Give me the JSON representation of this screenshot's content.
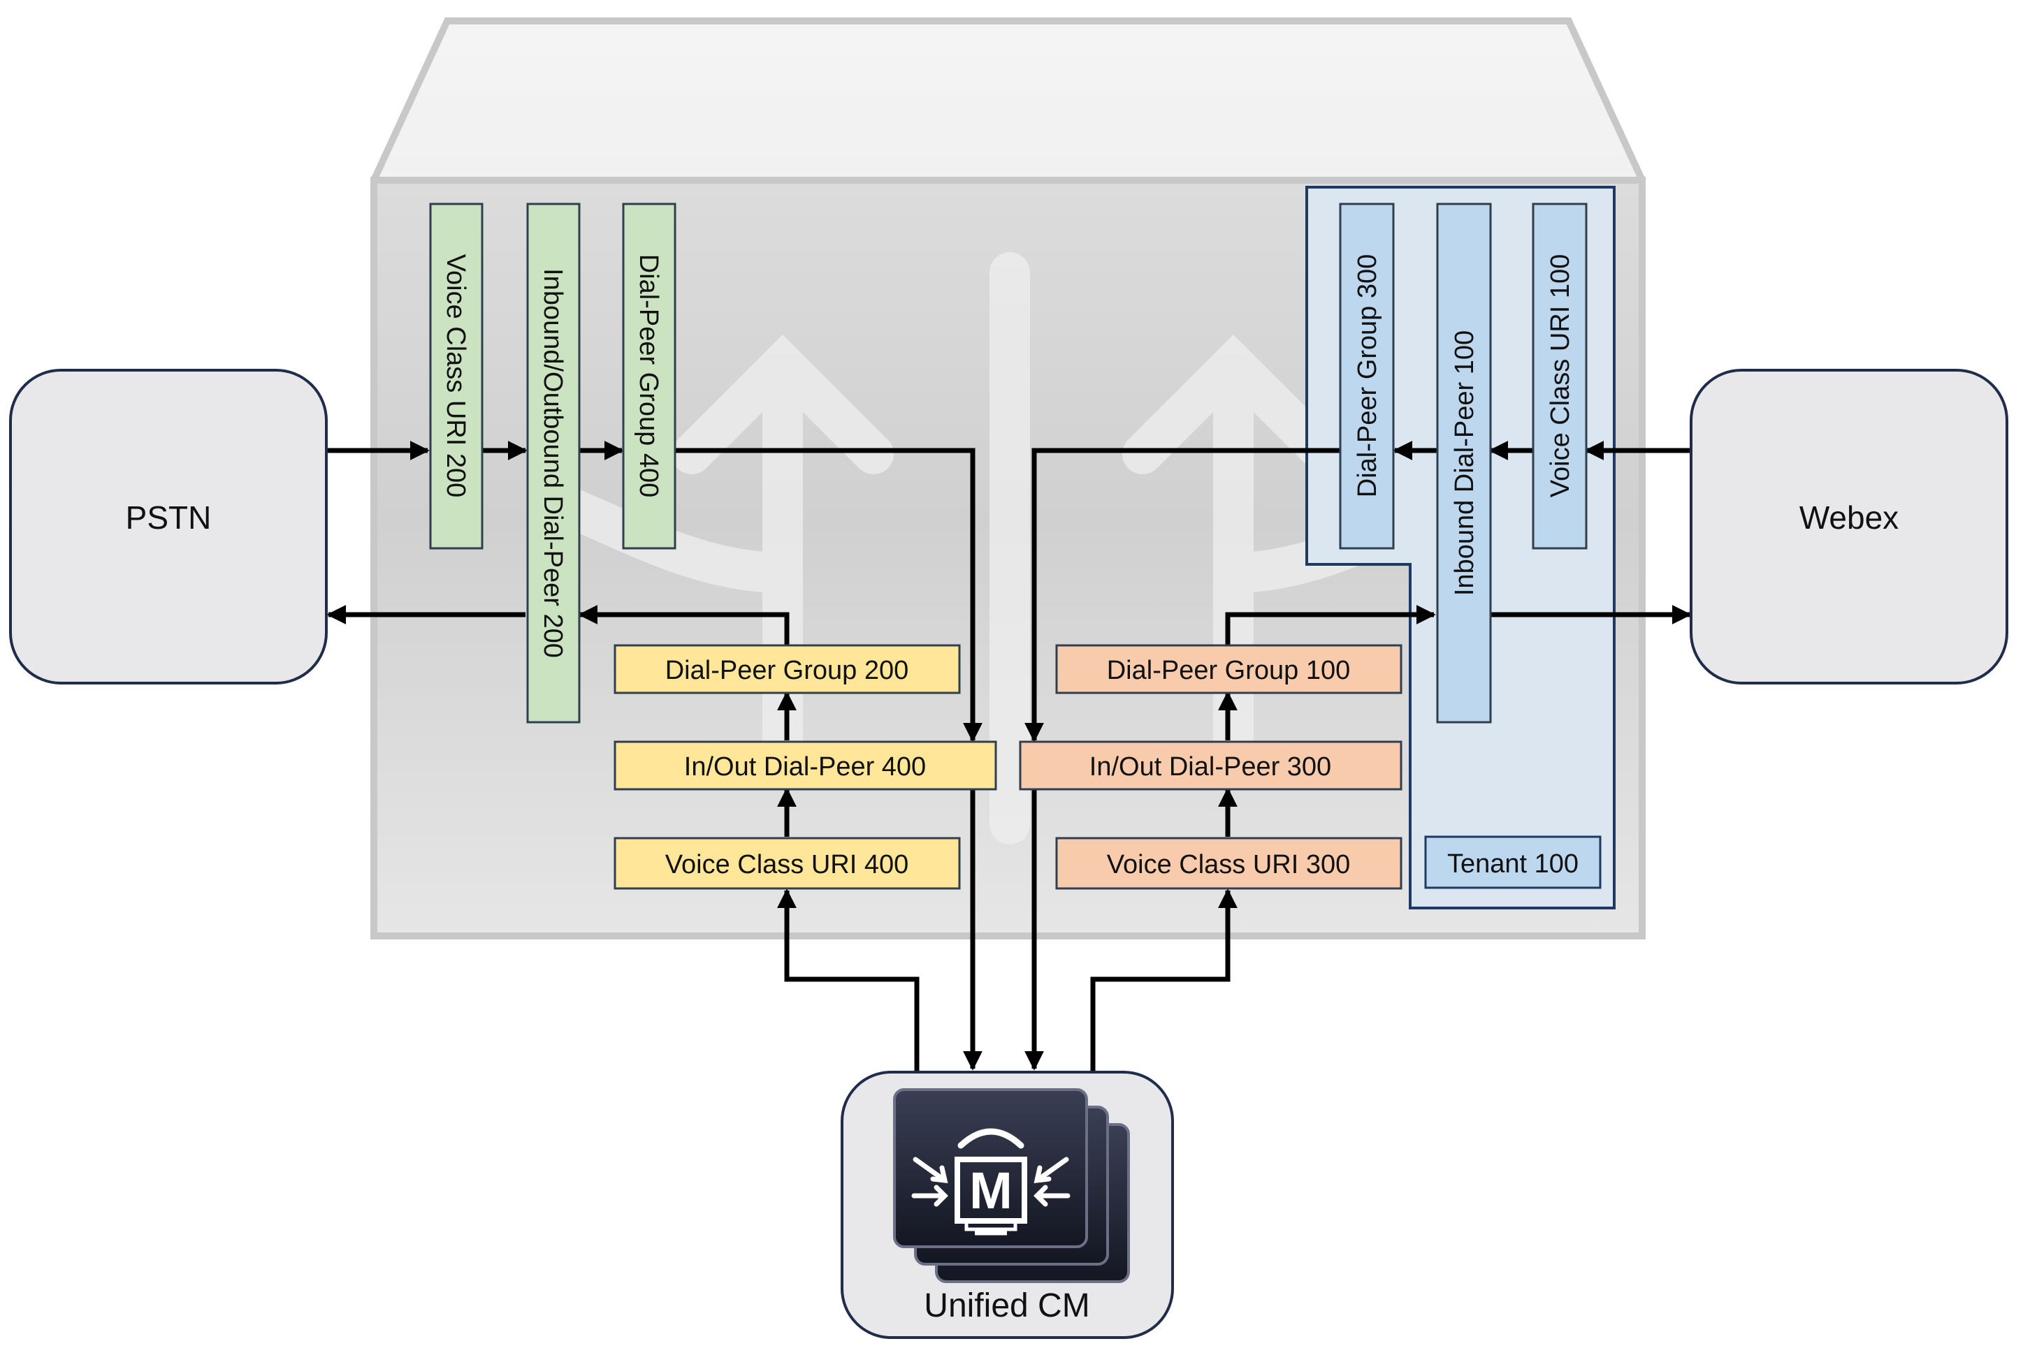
{
  "endpoints": {
    "pstn": "PSTN",
    "webex": "Webex",
    "unified_cm": "Unified CM"
  },
  "pstn_side": {
    "voice_class_uri": "Voice Class URI 200",
    "dial_peer": "Inbound/Outbound Dial-Peer 200",
    "dial_peer_group": "Dial-Peer Group 400"
  },
  "cucm_pstn_side": {
    "dial_peer_group": "Dial-Peer Group 200",
    "dial_peer": "In/Out Dial-Peer 400",
    "voice_class_uri": "Voice Class URI 400"
  },
  "cucm_webex_side": {
    "dial_peer_group": "Dial-Peer Group 100",
    "dial_peer": "In/Out Dial-Peer 300",
    "voice_class_uri": "Voice Class URI 300"
  },
  "webex_side": {
    "dial_peer_group": "Dial-Peer Group 300",
    "dial_peer": "Inbound Dial-Peer 100",
    "voice_class_uri": "Voice Class URI 100",
    "tenant": "Tenant 100"
  },
  "colors": {
    "green": "#cce3c2",
    "yellow": "#ffe699",
    "peach": "#f8cbad",
    "blue": "#bdd7ee",
    "tenant_bg": "#dce6f1",
    "node_bg": "#e8e8ea",
    "arrow": "#000000"
  },
  "icons": {
    "router_background": "router-arrows-icon",
    "unified_cm": "unified-cm-server-icon"
  }
}
